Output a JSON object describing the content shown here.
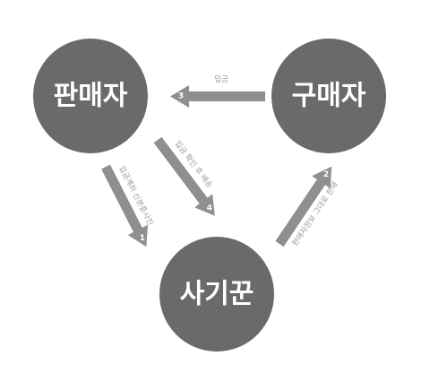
{
  "nodes": {
    "seller": {
      "label": "판매자"
    },
    "buyer": {
      "label": "구매자"
    },
    "scammer": {
      "label": "사기꾼"
    }
  },
  "edges": {
    "scammer_to_seller": {
      "step": "1",
      "label": "입금계좌 신분증사진"
    },
    "scammer_to_buyer": {
      "step": "2",
      "label": "판매자정보 그대로 판매"
    },
    "buyer_to_seller": {
      "step": "3",
      "label": "입금"
    },
    "seller_to_scammer": {
      "step": "4",
      "label": "입금 확인 후 배송"
    }
  },
  "colors": {
    "node_fill": "#6a6a6a",
    "arrow_fill": "#8f8f8f",
    "label_text": "#9a9a9a",
    "background": "#ffffff"
  }
}
